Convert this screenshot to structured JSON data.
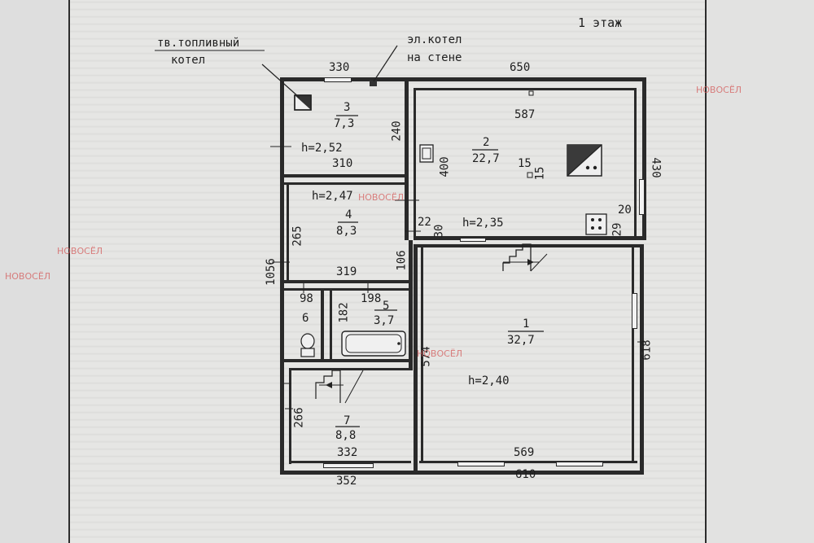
{
  "header": {
    "floor": "1 этаж"
  },
  "notes": {
    "solid_fuel_boiler_line1": "тв.топливный",
    "solid_fuel_boiler_line2": "котел",
    "electric_boiler_line1": "эл.котел",
    "electric_boiler_line2": "на стене"
  },
  "dimensions": {
    "top_left": "330",
    "top_right": "650",
    "overall_height": "1056",
    "right_upper": "430",
    "right_lower": "618",
    "bottom_left": "352",
    "bottom_right": "610",
    "r3_width": "310",
    "r3_height": "240",
    "r4_height": "265",
    "r4_width": "319",
    "r4_right": "106",
    "r2_width": "587",
    "r2_height": "400",
    "r2_w1": "15",
    "r2_w2": "15",
    "d20": "20",
    "d29": "29",
    "d22": "22",
    "d30": "30",
    "r6_width": "98",
    "r5_width": "198",
    "r5_height": "182",
    "r1_height": "574",
    "r1_width": "569",
    "r7_height": "266",
    "r7_width": "332"
  },
  "rooms": [
    {
      "number": "1",
      "area": "32,7",
      "height": "h=2,40"
    },
    {
      "number": "2",
      "area": "22,7",
      "height": "h=2,35"
    },
    {
      "number": "3",
      "area": "7,3",
      "height": "h=2,52"
    },
    {
      "number": "4",
      "area": "8,3",
      "height": "h=2,47"
    },
    {
      "number": "5",
      "area": "3,7",
      "height": ""
    },
    {
      "number": "6",
      "area": "",
      "height": ""
    },
    {
      "number": "7",
      "area": "8,8",
      "height": ""
    }
  ],
  "watermarks": [
    "НОВОСЁЛ",
    "НОВОСЁЛ",
    "НОВОСЁЛ",
    "НОВОСЁЛ",
    "НОВОСЁЛ"
  ],
  "colors": {
    "line": "#2a2a2a",
    "paper": "#e6e6e4",
    "watermark": "#d45a5a"
  }
}
